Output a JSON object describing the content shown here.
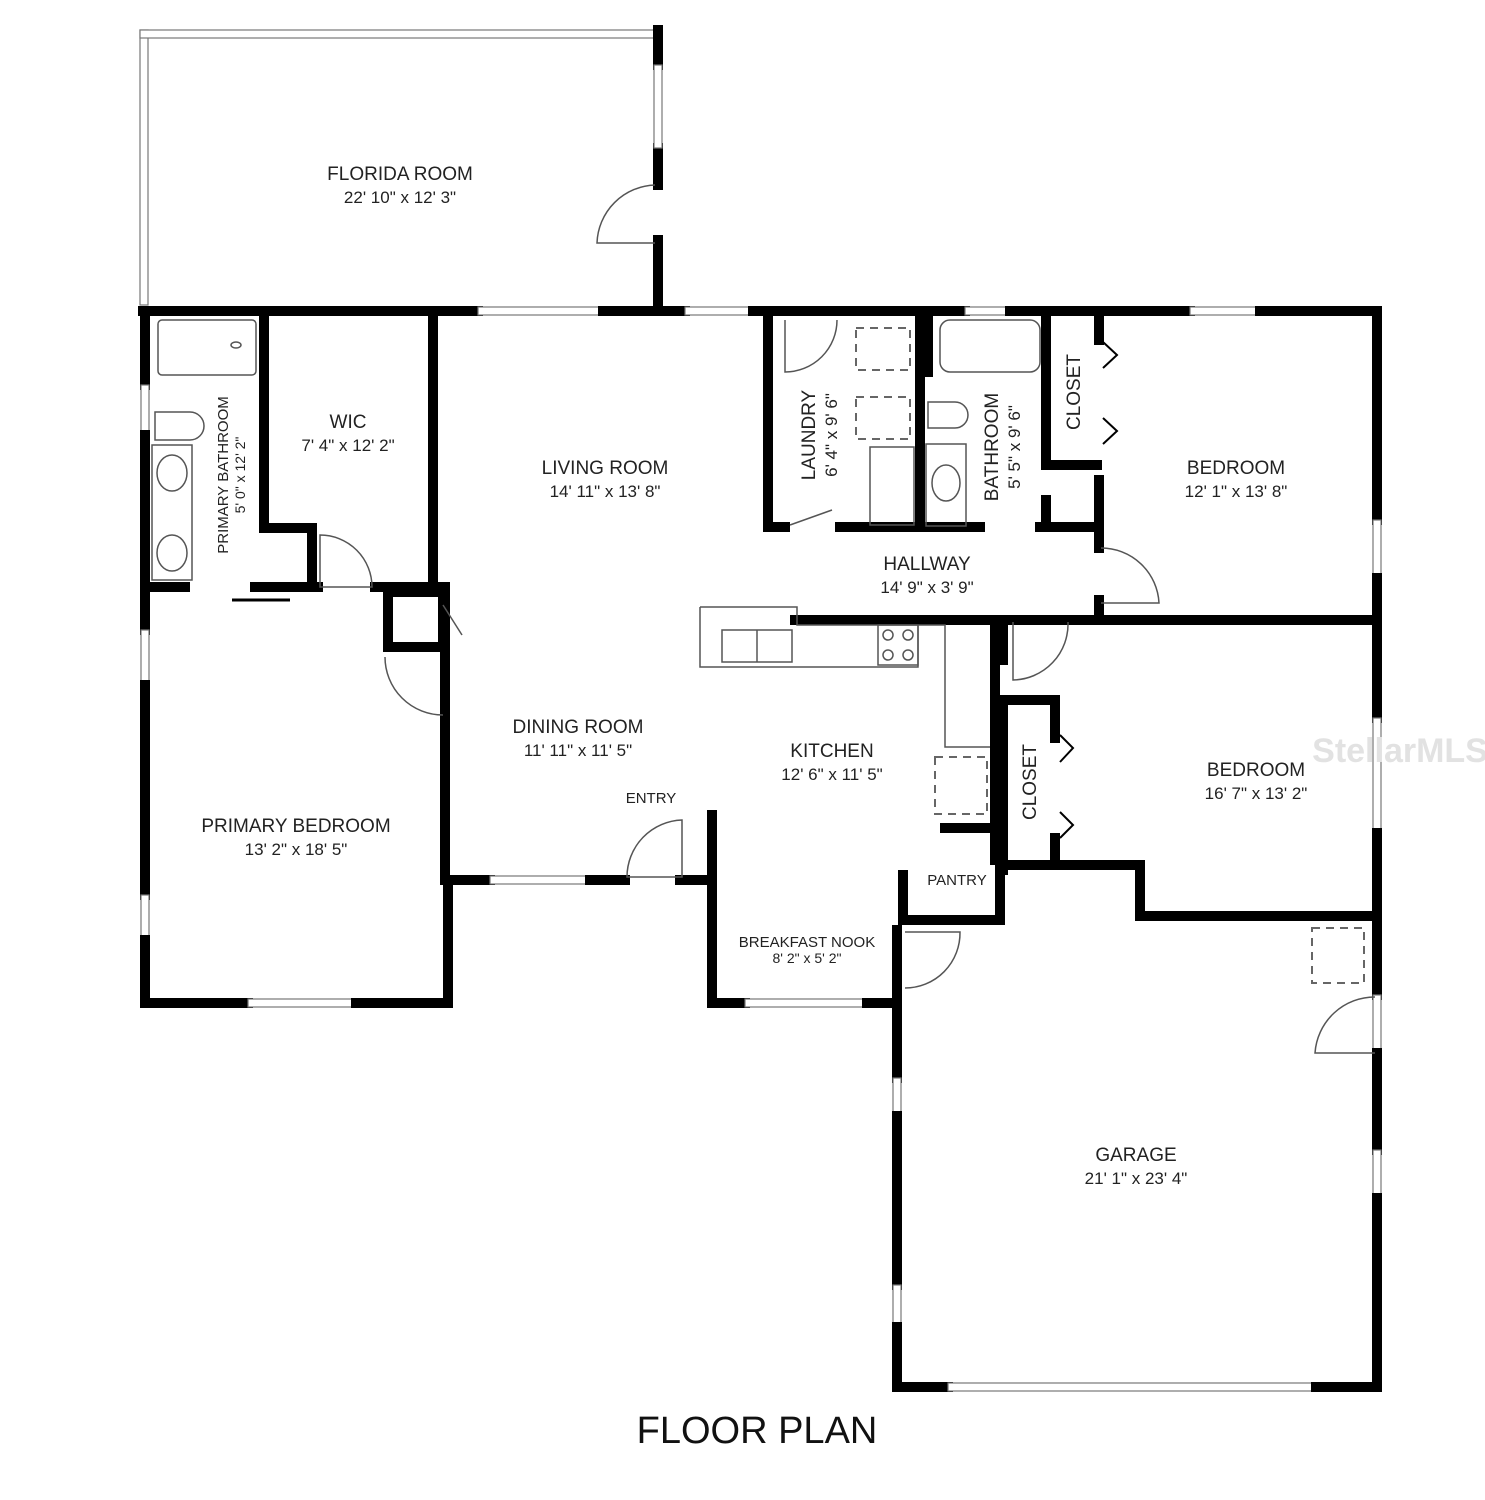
{
  "title": "FLOOR PLAN",
  "watermark": "StellarMLS",
  "rooms": {
    "florida": {
      "name": "FLORIDA ROOM",
      "dims": "22' 10\" x 12' 3\""
    },
    "primary_bath": {
      "name": "PRIMARY BATHROOM",
      "dims": "5' 0\" x 12' 2\""
    },
    "wic": {
      "name": "WIC",
      "dims": "7' 4\" x 12' 2\""
    },
    "living": {
      "name": "LIVING ROOM",
      "dims": "14' 11\" x 13' 8\""
    },
    "laundry": {
      "name": "LAUNDRY",
      "dims": "6' 4\" x 9' 6\""
    },
    "bathroom": {
      "name": "BATHROOM",
      "dims": "5' 5\" x 9' 6\""
    },
    "closet1": {
      "name": "CLOSET"
    },
    "bedroom1": {
      "name": "BEDROOM",
      "dims": "12' 1\" x 13' 8\""
    },
    "hallway": {
      "name": "HALLWAY",
      "dims": "14' 9\" x 3' 9\""
    },
    "dining": {
      "name": "DINING ROOM",
      "dims": "11' 11\" x 11' 5\""
    },
    "entry": {
      "name": "ENTRY"
    },
    "kitchen": {
      "name": "KITCHEN",
      "dims": "12' 6\" x 11' 5\""
    },
    "closet2": {
      "name": "CLOSET"
    },
    "bedroom2": {
      "name": "BEDROOM",
      "dims": "16' 7\" x 13' 2\""
    },
    "primary_bed": {
      "name": "PRIMARY BEDROOM",
      "dims": "13' 2\" x 18' 5\""
    },
    "pantry": {
      "name": "PANTRY"
    },
    "nook": {
      "name": "BREAKFAST NOOK",
      "dims": "8' 2\" x 5' 2\""
    },
    "garage": {
      "name": "GARAGE",
      "dims": "21' 1\" x 23' 4\""
    }
  }
}
